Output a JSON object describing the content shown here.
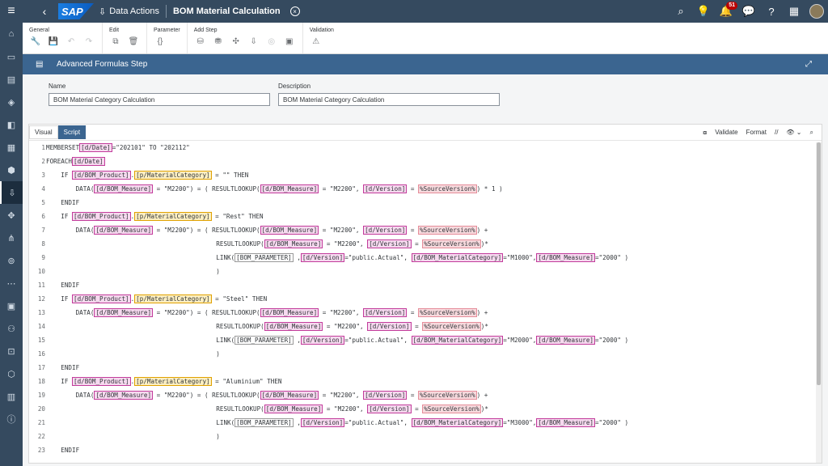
{
  "shell": {
    "app": "Data Actions",
    "title": "BOM Material Calculation",
    "logo": "SAP",
    "notif_count": "51"
  },
  "toolbar": {
    "general": "General",
    "edit": "Edit",
    "parameter": "Parameter",
    "add_step": "Add Step",
    "validation": "Validation"
  },
  "panel": {
    "title": "Advanced Formulas Step"
  },
  "form": {
    "name_label": "Name",
    "name_value": "BOM Material Category Calculation",
    "desc_label": "Description",
    "desc_value": "BOM Material Category Calculation"
  },
  "editor": {
    "tab_visual": "Visual",
    "tab_script": "Script",
    "validate": "Validate",
    "format": "Format",
    "comment": "//"
  },
  "code_lines": [
    {
      "n": "1",
      "t": "MEMBERSET[d/Date]=\"202101\" TO \"202112\""
    },
    {
      "n": "2",
      "t": "FOREACH[d/Date]"
    },
    {
      "n": "3",
      "t": "    IF [d/BOM_Product].[p/MaterialCategory] = \"\" THEN"
    },
    {
      "n": "4",
      "t": "        DATA([d/BOM_Measure] = \"M2200\") = ( RESULTLOOKUP([d/BOM_Measure] = \"M2200\", [d/Version] = %SourceVersion%) * 1 )"
    },
    {
      "n": "5",
      "t": "    ENDIF"
    },
    {
      "n": "6",
      "t": "    IF [d/BOM_Product].[p/MaterialCategory] = \"Rest\" THEN"
    },
    {
      "n": "7",
      "t": "        DATA([d/BOM_Measure] = \"M2200\") = ( RESULTLOOKUP([d/BOM_Measure] = \"M2200\", [d/Version] = %SourceVersion%) +"
    },
    {
      "n": "8",
      "t": "                                              RESULTLOOKUP([d/BOM_Measure] = \"M2200\", [d/Version] = %SourceVersion%)*"
    },
    {
      "n": "9",
      "t": "                                              LINK([BOM_PARAMETER] ,[d/Version]=\"public.Actual\", [d/BOM_MaterialCategory]=\"M1000\",[d/BOM_Measure]=\"2000\" )"
    },
    {
      "n": "10",
      "t": "                                              )"
    },
    {
      "n": "11",
      "t": "    ENDIF"
    },
    {
      "n": "12",
      "t": "    IF [d/BOM_Product].[p/MaterialCategory] = \"Steel\" THEN"
    },
    {
      "n": "13",
      "t": "        DATA([d/BOM_Measure] = \"M2200\") = ( RESULTLOOKUP([d/BOM_Measure] = \"M2200\", [d/Version] = %SourceVersion%) +"
    },
    {
      "n": "14",
      "t": "                                              RESULTLOOKUP([d/BOM_Measure] = \"M2200\", [d/Version] = %SourceVersion%)*"
    },
    {
      "n": "15",
      "t": "                                              LINK([BOM_PARAMETER] ,[d/Version]=\"public.Actual\", [d/BOM_MaterialCategory]=\"M2000\",[d/BOM_Measure]=\"2000\" )"
    },
    {
      "n": "16",
      "t": "                                              )"
    },
    {
      "n": "17",
      "t": "    ENDIF"
    },
    {
      "n": "18",
      "t": "    IF [d/BOM_Product].[p/MaterialCategory] = \"Aluminium\" THEN"
    },
    {
      "n": "19",
      "t": "        DATA([d/BOM_Measure] = \"M2200\") = ( RESULTLOOKUP([d/BOM_Measure] = \"M2200\", [d/Version] = %SourceVersion%) +"
    },
    {
      "n": "20",
      "t": "                                              RESULTLOOKUP([d/BOM_Measure] = \"M2200\", [d/Version] = %SourceVersion%)*"
    },
    {
      "n": "21",
      "t": "                                              LINK([BOM_PARAMETER] ,[d/Version]=\"public.Actual\", [d/BOM_MaterialCategory]=\"M3000\",[d/BOM_Measure]=\"2000\" )"
    },
    {
      "n": "22",
      "t": "                                              )"
    },
    {
      "n": "23",
      "t": "    ENDIF"
    }
  ]
}
